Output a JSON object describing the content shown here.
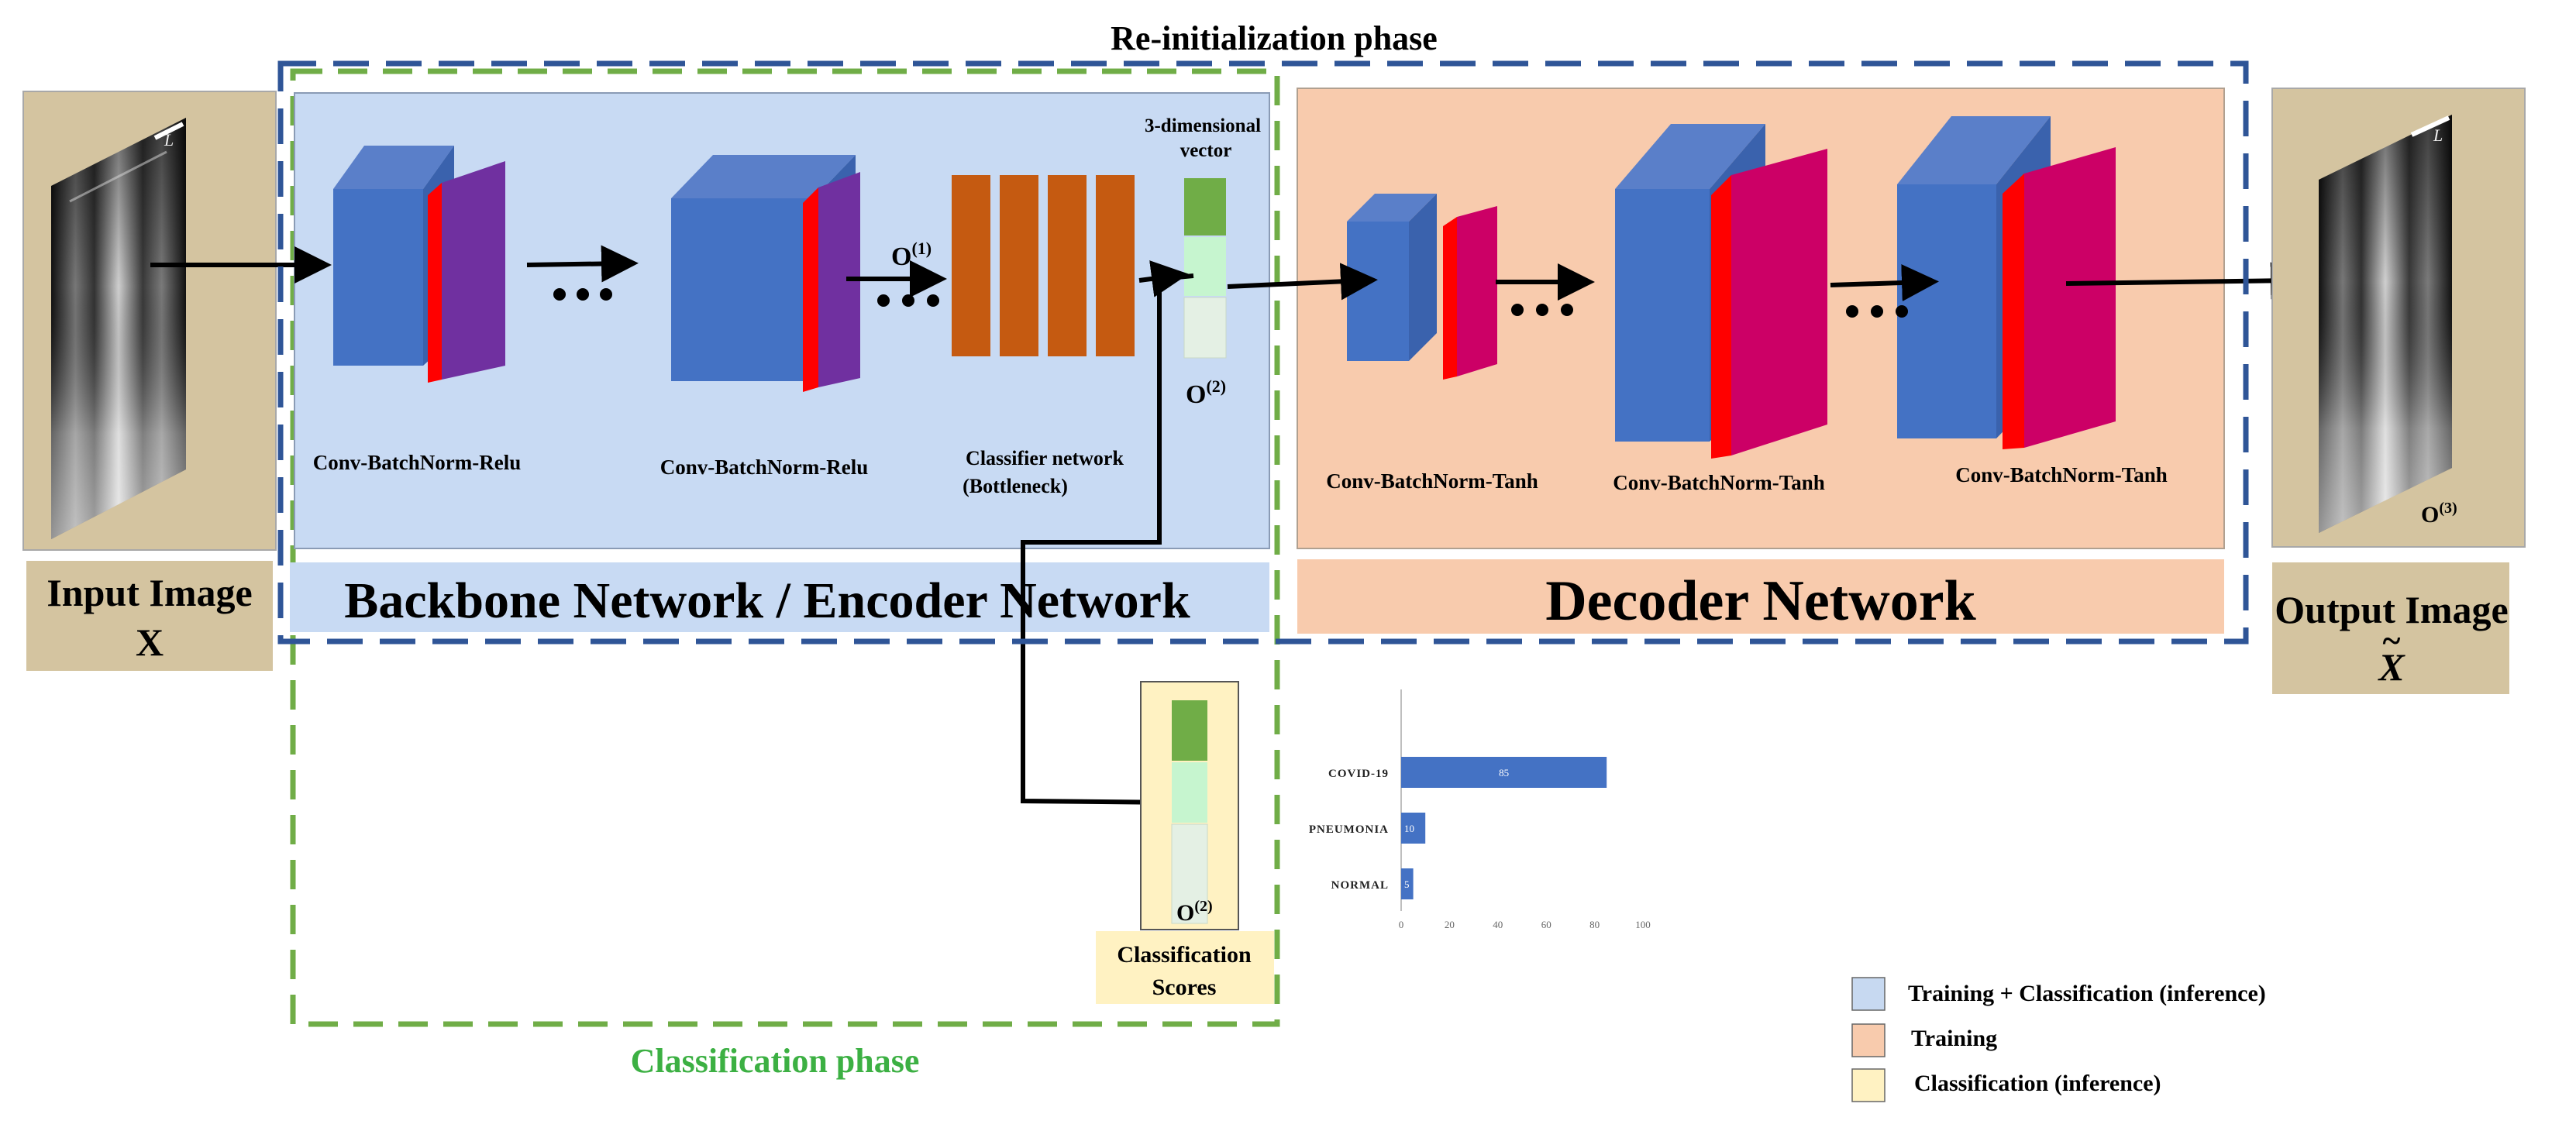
{
  "labels": {
    "reinit_phase": "Re-initialization phase",
    "classification_phase": "Classification phase",
    "input_image": "Input Image",
    "input_symbol": "X",
    "output_image": "Output Image",
    "output_symbol": "X",
    "output_symbol_accent": "~",
    "backbone_title": "Backbone  Network / Encoder Network",
    "decoder_title": "Decoder Network",
    "enc_block_1": "Conv-BatchNorm-Relu",
    "enc_block_2": "Conv-BatchNorm-Relu",
    "classifier_line1": "Classifier network",
    "classifier_line2": "(Bottleneck)",
    "vector_line1": "3-dimensional",
    "vector_line2": "vector",
    "o1_base": "O",
    "o1_sup": "(1)",
    "o2_base": "O",
    "o2_sup": "(2)",
    "o2b_base": "O",
    "o2b_sup": "(2)",
    "o3_base": "O",
    "o3_sup": "(3)",
    "dec_block_1": "Conv-BatchNorm-Tanh",
    "dec_block_2": "Conv-BatchNorm-Tanh",
    "dec_block_3": "Conv-BatchNorm-Tanh",
    "scores_line1": "Classification",
    "scores_line2": "Scores",
    "xray_mark": "L"
  },
  "legend": [
    {
      "label": "Training + Classification (inference)",
      "color": "#c7d9f1"
    },
    {
      "label": "Training",
      "color": "#f8cbad"
    },
    {
      "label": "Classification (inference)",
      "color": "#fff2c2"
    }
  ],
  "colors": {
    "reinit_border": "#2f5597",
    "classification_border": "#70ad47",
    "classification_text": "#3cb043",
    "encoder_bg": "#c8daf3",
    "decoder_bg": "#f8cbad",
    "photo_bg": "#d4c4a0",
    "cube_front": "#4472c4",
    "cube_top": "#5a7fc9",
    "enc_red": "#ff0000",
    "enc_purple": "#7030a0",
    "dec_magenta": "#cc0066",
    "classifier_orange": "#c55a11",
    "vec_dark": "#70ad47",
    "vec_mid": "#c6f5cf",
    "vec_light": "#e4f0e4",
    "bar": "#4472c4"
  },
  "chart_data": {
    "type": "bar",
    "orientation": "horizontal",
    "categories": [
      "COVID-19",
      "PNEUMONIA",
      "NORMAL"
    ],
    "values": [
      85,
      10,
      5
    ],
    "data_labels": [
      "85",
      "10",
      "5"
    ],
    "xlim": [
      0,
      100
    ],
    "xticks": [
      "0",
      "20",
      "40",
      "60",
      "80",
      "100"
    ],
    "grid": false,
    "title": ""
  }
}
